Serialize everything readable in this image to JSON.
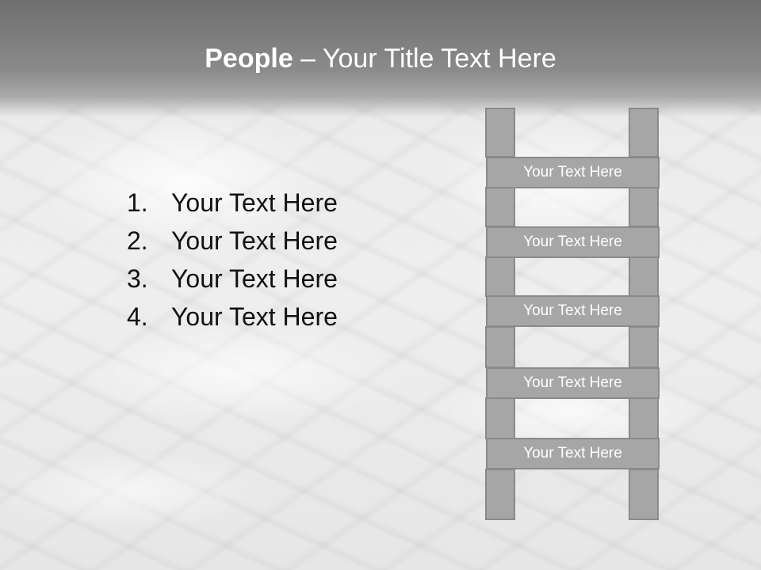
{
  "title": {
    "bold": "People",
    "rest": " – Your Title Text Here"
  },
  "list": [
    {
      "number": "1.",
      "text": "Your Text Here"
    },
    {
      "number": "2.",
      "text": "Your Text Here"
    },
    {
      "number": "3.",
      "text": "Your Text Here"
    },
    {
      "number": "4.",
      "text": "Your Text Here"
    }
  ],
  "ladder": {
    "rungs": [
      "Your Text Here",
      "Your Text Here",
      "Your Text Here",
      "Your Text Here",
      "Your Text Here"
    ]
  },
  "colors": {
    "header": "#808080",
    "ladder_fill": "#a6a6a6",
    "ladder_border": "#8a8a8a",
    "title_text": "#ffffff",
    "body_text": "#111111"
  }
}
